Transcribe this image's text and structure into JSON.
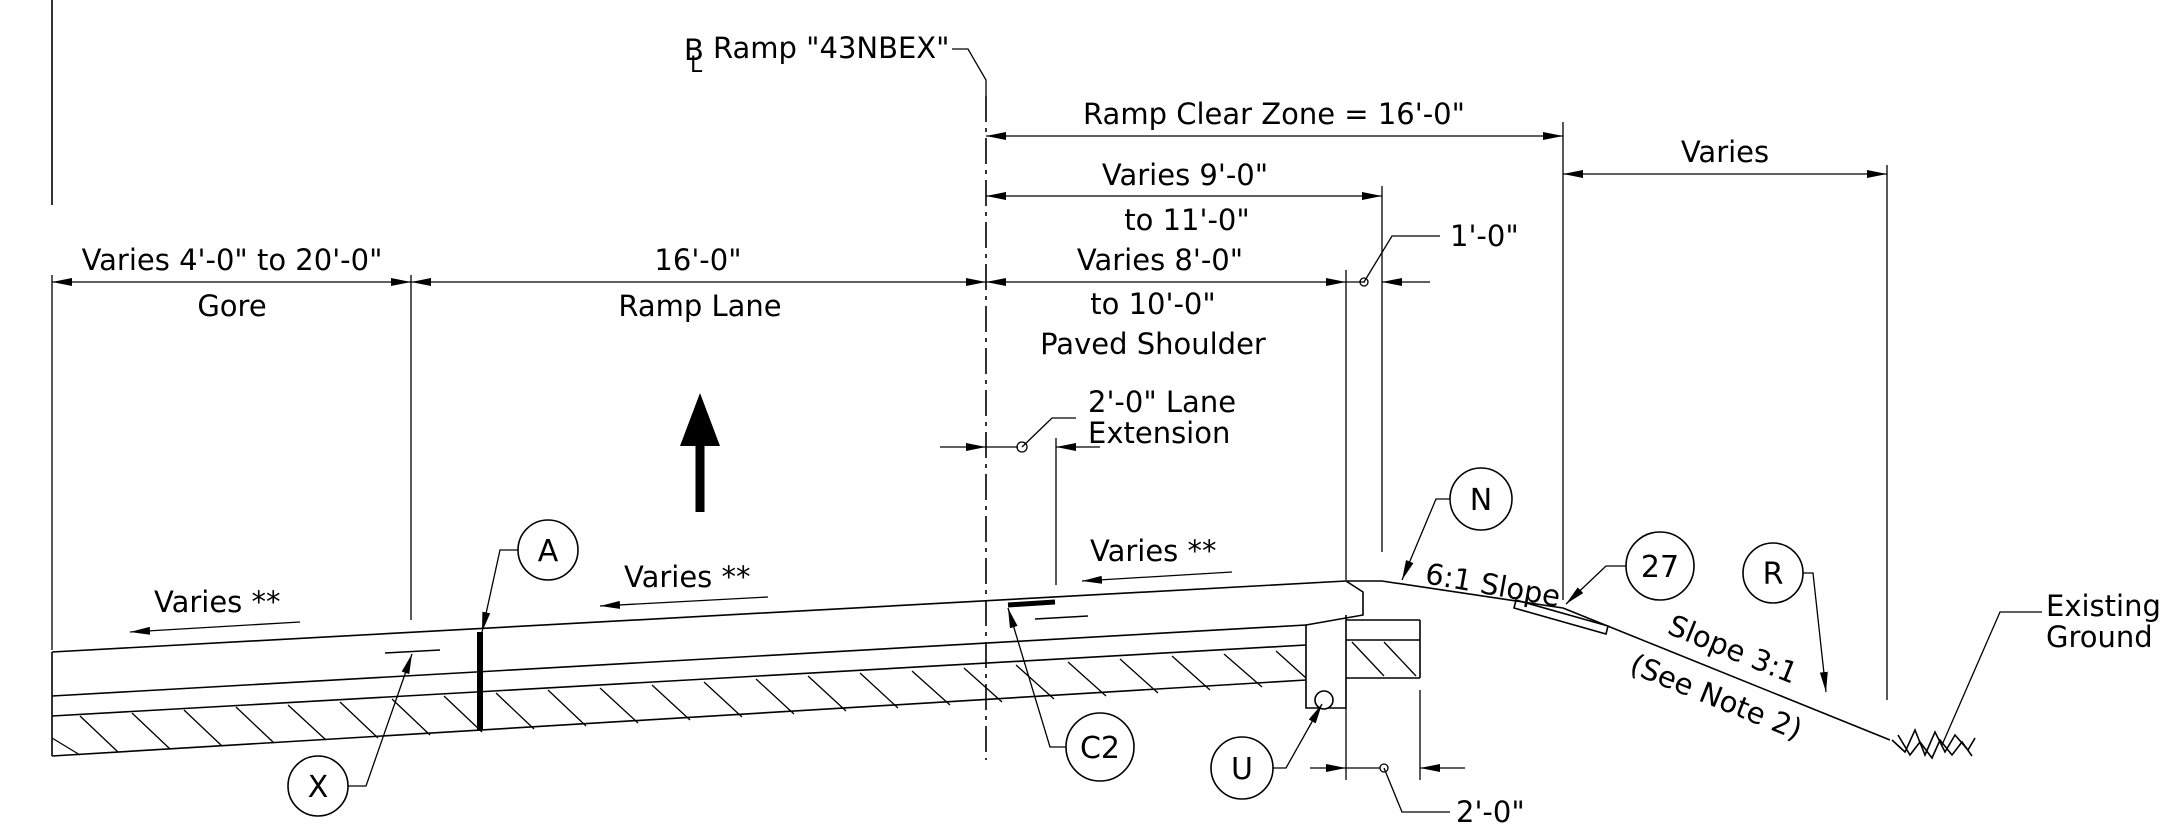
{
  "labels": {
    "centerline": "Ramp \"43NBEX\"",
    "centerline_symbol_top": "B",
    "centerline_symbol_bottom": "L",
    "clear_zone": "Ramp Clear Zone = 16'-0\"",
    "varies_right": "Varies",
    "varies_9_line1": "Varies 9'-0\"",
    "varies_9_line2": "to 11'-0\"",
    "gore_dim": "Varies 4'-0\" to 20'-0\"",
    "gore": "Gore",
    "ramp_lane_dim": "16'-0\"",
    "ramp_lane": "Ramp Lane",
    "shoulder_dim_line1": "Varies 8'-0\"",
    "shoulder_dim_line2": "to 10'-0\"",
    "paved_shoulder": "Paved Shoulder",
    "one_foot": "1'-0\"",
    "lane_ext_line1": "2'-0\" Lane",
    "lane_ext_line2": "Extension",
    "varies_gore": "Varies **",
    "varies_lane": "Varies **",
    "varies_shoulder": "Varies **",
    "slope_6_1": "6:1 Slope",
    "slope_3_1": "Slope 3:1",
    "see_note": "(See Note 2)",
    "existing_line1": "Existing",
    "existing_line2": "Ground",
    "two_foot": "2'-0\""
  },
  "callouts": {
    "A": "A",
    "X": "X",
    "C2": "C2",
    "N": "N",
    "U": "U",
    "R": "R",
    "c27": "27"
  }
}
